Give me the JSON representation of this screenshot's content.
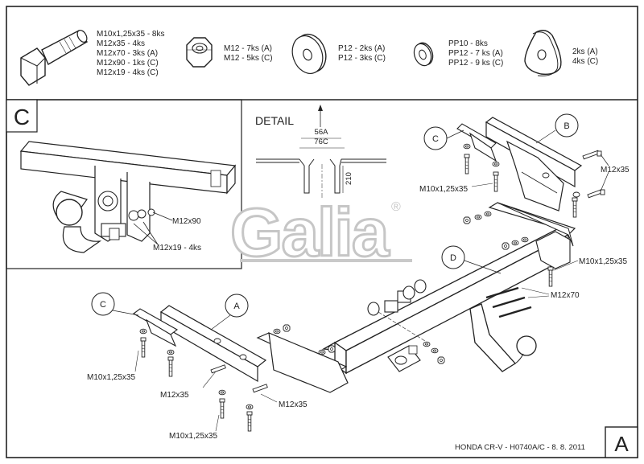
{
  "parts_list": [
    {
      "icon": "bolt-icon",
      "lines": [
        "M10x1,25x35 - 8ks",
        "M12x35 - 4ks",
        "M12x70 - 3ks (A)",
        "M12x90 - 1ks (C)",
        "M12x19 - 4ks (C)"
      ]
    },
    {
      "icon": "hex-nut-icon",
      "lines": [
        "M12 - 7ks (A)",
        "M12 - 5ks (C)"
      ]
    },
    {
      "icon": "flat-washer-icon",
      "lines": [
        "P12 - 2ks (A)",
        "P12 - 3ks (C)"
      ]
    },
    {
      "icon": "spring-washer-icon",
      "lines": [
        "PP10 - 8ks",
        "PP12 - 7 ks (A)",
        "PP12 - 9 ks (C)"
      ]
    },
    {
      "icon": "wedge-plate-icon",
      "lines": [
        "2ks (A)",
        "4ks (C)"
      ]
    }
  ],
  "panel_c": {
    "letter": "C",
    "labels": {
      "bolt_m12x90": "M12x90",
      "bolt_m12x19": "M12x19 - 4ks"
    }
  },
  "detail": {
    "title": "DETAIL",
    "dim_56a": "56A",
    "dim_76c": "76C",
    "dim_210": "210"
  },
  "logo": {
    "text": "Galia",
    "mark": "®"
  },
  "callouts": {
    "a": "A",
    "b": "B",
    "c_top": "C",
    "c_left": "C",
    "d": "D"
  },
  "labels": {
    "m10_b_left": "M10x1,25x35",
    "m12x35_b_right": "M12x35",
    "m10_b_right": "M10x1,25x35",
    "m12x70": "M12x70",
    "m10_a_left": "M10x1,25x35",
    "m12x35_a_left": "M12x35",
    "m12x35_a_right": "M12x35",
    "m10_a_bottom": "M10x1,25x35"
  },
  "footer": {
    "caption": "HONDA CR-V - H0740A/C - 8. 8. 2011",
    "sheet_letter": "A"
  },
  "colors": {
    "line": "#222222",
    "logo_gray": "#c9c9c9",
    "logo_blue": "#1e3f8a"
  }
}
